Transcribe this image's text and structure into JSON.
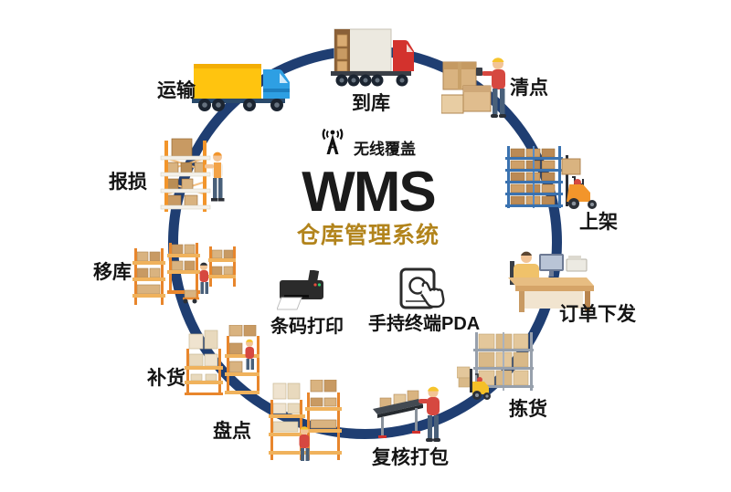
{
  "brand": {
    "title": "WMS",
    "subtitle": "仓库管理系统"
  },
  "center": {
    "wireless_label": "无线覆盖",
    "tools": [
      {
        "icon": "printer-icon",
        "label": "条码打印"
      },
      {
        "icon": "pda-touch-icon",
        "label": "手持终端PDA"
      }
    ]
  },
  "nodes": [
    {
      "id": "transport",
      "label": "运输",
      "icon": "blue-truck-icon"
    },
    {
      "id": "arrival",
      "label": "到库",
      "icon": "red-truck-icon"
    },
    {
      "id": "counting",
      "label": "清点",
      "icon": "boxes-scanning-worker-icon"
    },
    {
      "id": "shelving",
      "label": "上架",
      "icon": "blue-rack-forklift-icon"
    },
    {
      "id": "order-dispatch",
      "label": "订单下发",
      "icon": "desk-computer-icon"
    },
    {
      "id": "picking",
      "label": "拣货",
      "icon": "gray-rack-forklift-icon"
    },
    {
      "id": "review-packing",
      "label": "复核打包",
      "icon": "conveyor-packing-icon"
    },
    {
      "id": "stocktaking",
      "label": "盘点",
      "icon": "orange-shelves-worker-icon"
    },
    {
      "id": "replenishment",
      "label": "补货",
      "icon": "orange-shelves-boxes-icon"
    },
    {
      "id": "relocation",
      "label": "移库",
      "icon": "orange-shelves-pallet-jack-icon"
    },
    {
      "id": "damage-report",
      "label": "报损",
      "icon": "shelf-inspector-icon"
    }
  ],
  "colors": {
    "ring": "#1f3e72",
    "subtitle": "#b2841c",
    "label": "#141414"
  }
}
